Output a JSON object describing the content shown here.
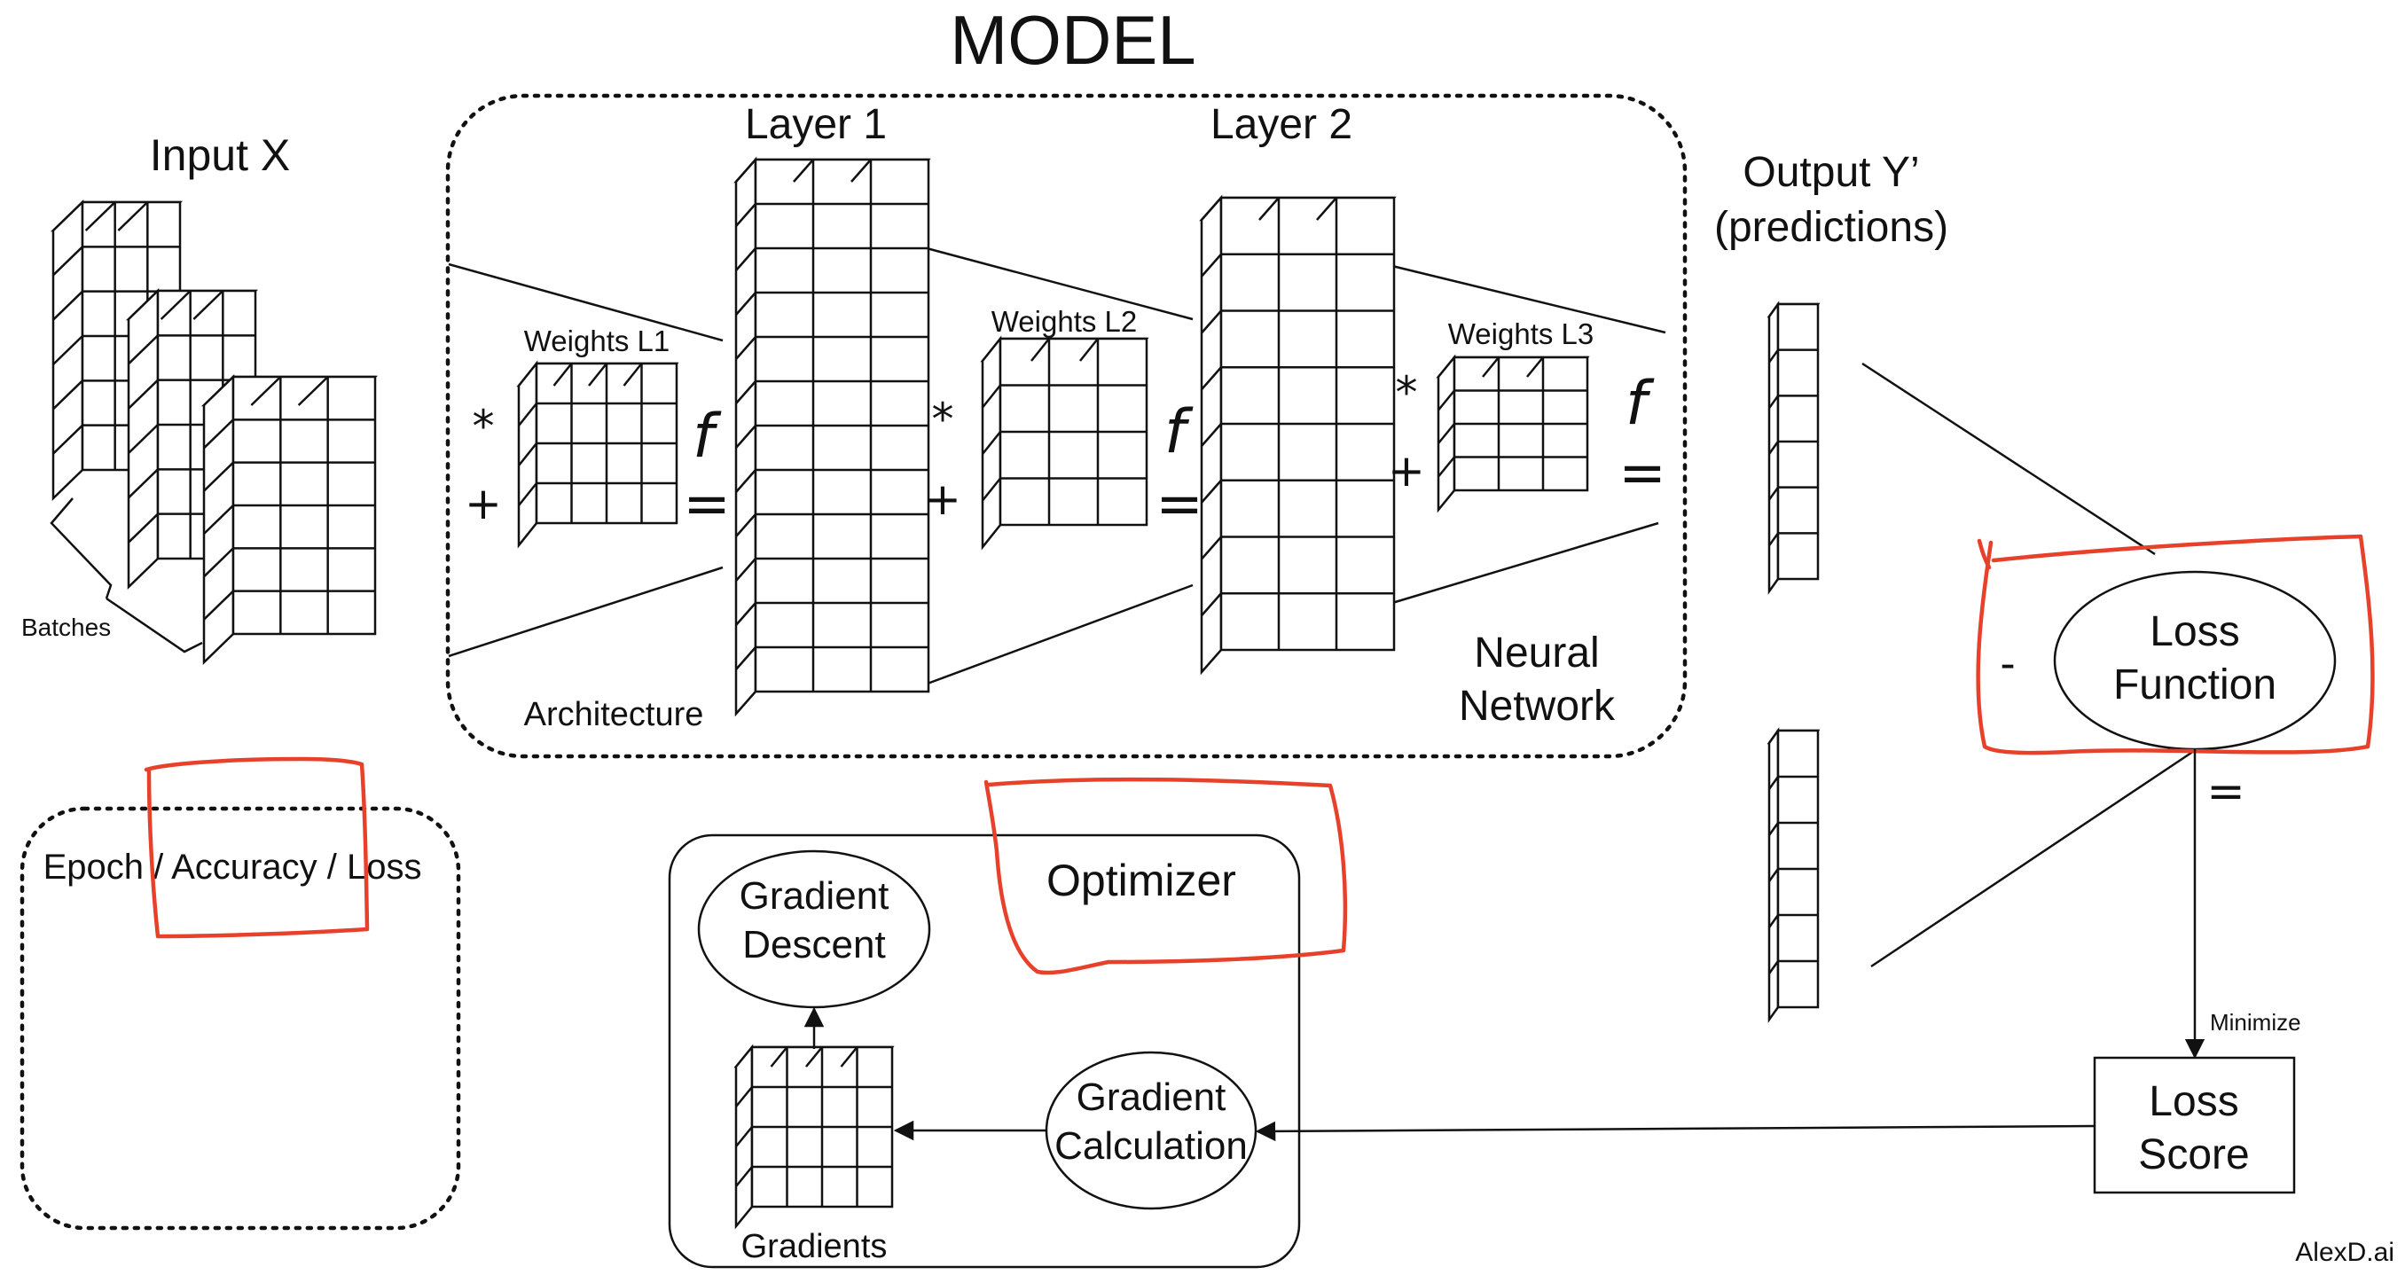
{
  "title": "MODEL",
  "input": {
    "label": "Input X",
    "batches_label": "Batches"
  },
  "layers": {
    "layer1": "Layer 1",
    "layer2": "Layer 2"
  },
  "weights": {
    "l1": "Weights L1",
    "l2": "Weights L2",
    "l3": "Weights L3"
  },
  "ops": {
    "multiply": "*",
    "add": "+",
    "equals": "=",
    "activation": "f",
    "minus": "-"
  },
  "model_box": {
    "architecture": "Architecture",
    "neural_network_line1": "Neural",
    "neural_network_line2": "Network"
  },
  "output": {
    "line1": "Output Y’",
    "line2": "(predictions)"
  },
  "loss_function": {
    "line1": "Loss",
    "line2": "Function"
  },
  "loss_score": {
    "line1": "Loss",
    "line2": "Score",
    "minimize": "Minimize"
  },
  "metrics": {
    "text": "Epoch / Accuracy / Loss"
  },
  "optimizer": {
    "label": "Optimizer",
    "gradient_descent_line1": "Gradient",
    "gradient_descent_line2": "Descent",
    "gradient_calc_line1": "Gradient",
    "gradient_calc_line2": "Calculation",
    "gradients": "Gradients"
  },
  "credit": "AlexD.ai",
  "colors": {
    "ink": "#111111",
    "highlight": "#e8412b"
  }
}
